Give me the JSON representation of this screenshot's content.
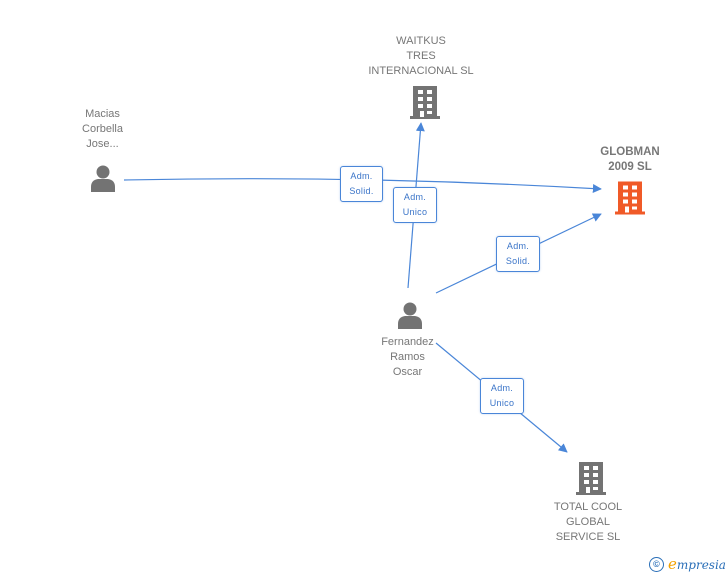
{
  "colors": {
    "edge": "#4a86d8",
    "node_gray": "#737373",
    "focus_company": "#f05a28"
  },
  "nodes": [
    {
      "id": "macias",
      "type": "person",
      "label": "Macias\nCorbella\nJose...",
      "focus": false
    },
    {
      "id": "waitkus",
      "type": "company",
      "label": "WAITKUS\nTRES\nINTERNACIONAL SL",
      "focus": false
    },
    {
      "id": "globman",
      "type": "company",
      "label": "GLOBMAN\n2009 SL",
      "focus": true
    },
    {
      "id": "fernandez",
      "type": "person",
      "label": "Fernandez\nRamos\nOscar",
      "focus": false
    },
    {
      "id": "totalcool",
      "type": "company",
      "label": "TOTAL COOL\nGLOBAL\nSERVICE SL",
      "focus": false
    }
  ],
  "edges": [
    {
      "from": "macias",
      "to": "globman",
      "label_line1": "Adm.",
      "label_line2": "Solid."
    },
    {
      "from": "fernandez",
      "to": "waitkus",
      "label_line1": "Adm.",
      "label_line2": "Unico"
    },
    {
      "from": "fernandez",
      "to": "globman",
      "label_line1": "Adm.",
      "label_line2": "Solid."
    },
    {
      "from": "fernandez",
      "to": "totalcool",
      "label_line1": "Adm.",
      "label_line2": "Unico"
    }
  ],
  "footer": {
    "copyright_symbol": "©",
    "brand_initial": "e",
    "brand_rest": "mpresia"
  }
}
